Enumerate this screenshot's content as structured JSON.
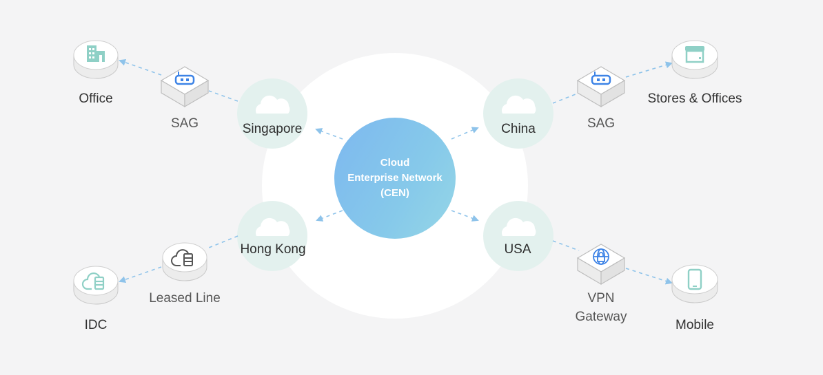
{
  "hub": {
    "line1": "Cloud",
    "line2": "Enterprise Network",
    "line3": "(CEN)"
  },
  "regions": {
    "singapore": "Singapore",
    "china": "China",
    "hongkong": "Hong Kong",
    "usa": "USA"
  },
  "devices": {
    "sag_left": "SAG",
    "sag_right": "SAG",
    "leased_line": "Leased Line",
    "vpn_line1": "VPN",
    "vpn_line2": "Gateway"
  },
  "endpoints": {
    "office": "Office",
    "stores": "Stores & Offices",
    "idc": "IDC",
    "mobile": "Mobile"
  },
  "colors": {
    "hub_start": "#7db8ef",
    "hub_end": "#95d6e6",
    "region_circle": "#e3f1ee",
    "connector": "#8ec3ea",
    "icon_teal": "#8fd0c6",
    "icon_blue": "#3d83e6",
    "device_face": "#ffffff"
  }
}
